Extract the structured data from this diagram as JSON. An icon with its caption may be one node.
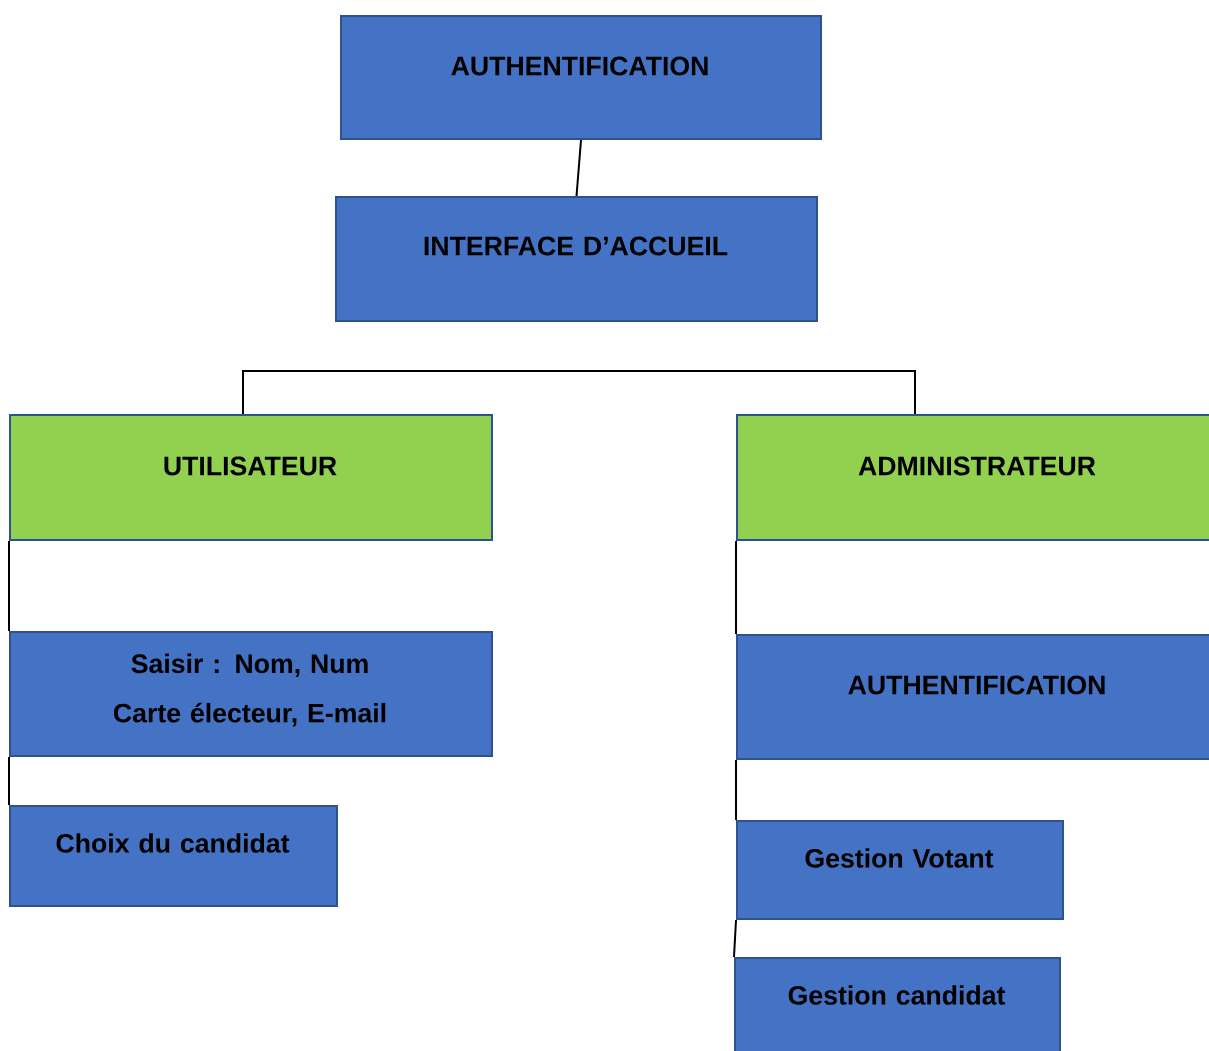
{
  "diagram": {
    "nodes": [
      {
        "text": [
          "AUTHENTIFICATION"
        ]
      },
      {
        "text": [
          "INTERFACE D’ACCUEIL"
        ]
      },
      {
        "text": [
          "UTILISATEUR"
        ]
      },
      {
        "text": [
          "ADMINISTRATEUR"
        ]
      },
      {
        "text": [
          "Saisir : Nom, Num Carte électeur, E-mail"
        ]
      },
      {
        "text": [
          "Choix du candidat"
        ]
      },
      {
        "text": [
          "AUTHENTIFICATION"
        ]
      },
      {
        "text": [
          "Gestion Votant"
        ]
      },
      {
        "text": [
          "Gestion candidat"
        ]
      }
    ],
    "edges": [
      {
        "from": 0,
        "to": 1,
        "arrow": "none"
      },
      {
        "from": 2,
        "to": 3,
        "arrow": "none"
      },
      {
        "from": 2,
        "to": 4,
        "arrow": "none"
      },
      {
        "from": 4,
        "to": 5,
        "arrow": "none"
      },
      {
        "from": 3,
        "to": 6,
        "arrow": "none"
      },
      {
        "from": 6,
        "to": 7,
        "arrow": "none"
      },
      {
        "from": 7,
        "to": 8,
        "arrow": "none"
      }
    ]
  }
}
